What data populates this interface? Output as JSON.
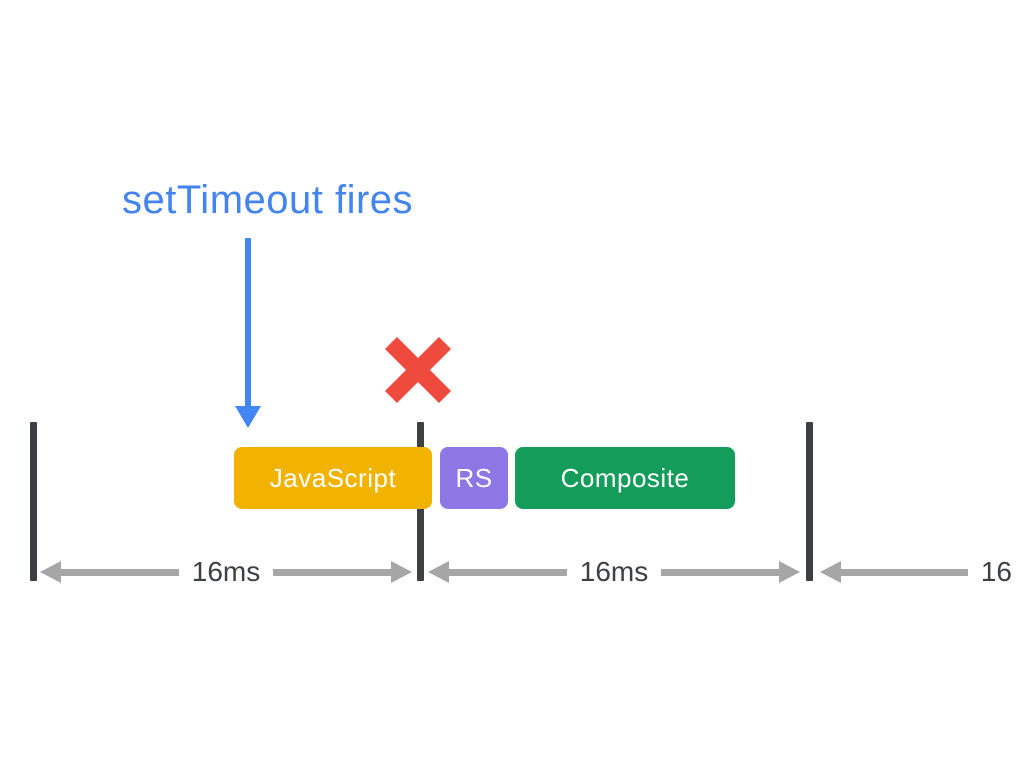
{
  "diagram": {
    "annotation": {
      "label": "setTimeout fires"
    },
    "icons": {
      "annotation_arrow": "down-arrow-icon",
      "dropped_frame": "red-x-icon"
    },
    "tasks": [
      {
        "label": "JavaScript",
        "color": "#F2B300"
      },
      {
        "label": "RS",
        "color": "#8E76E4"
      },
      {
        "label": "Composite",
        "color": "#149C5B"
      }
    ],
    "intervals": [
      {
        "label": "16ms"
      },
      {
        "label": "16ms"
      },
      {
        "label": "16"
      }
    ],
    "colors": {
      "annotation_blue": "#4484EE",
      "arrow_blue": "#4285F4",
      "x_red": "#EE4A3E",
      "tick_dark": "#3C4043",
      "measure_gray": "#A6A6A6",
      "interval_label_dark": "#3C4043",
      "box_text_white": "#FFFFFF",
      "background": "#FFFFFF"
    }
  }
}
